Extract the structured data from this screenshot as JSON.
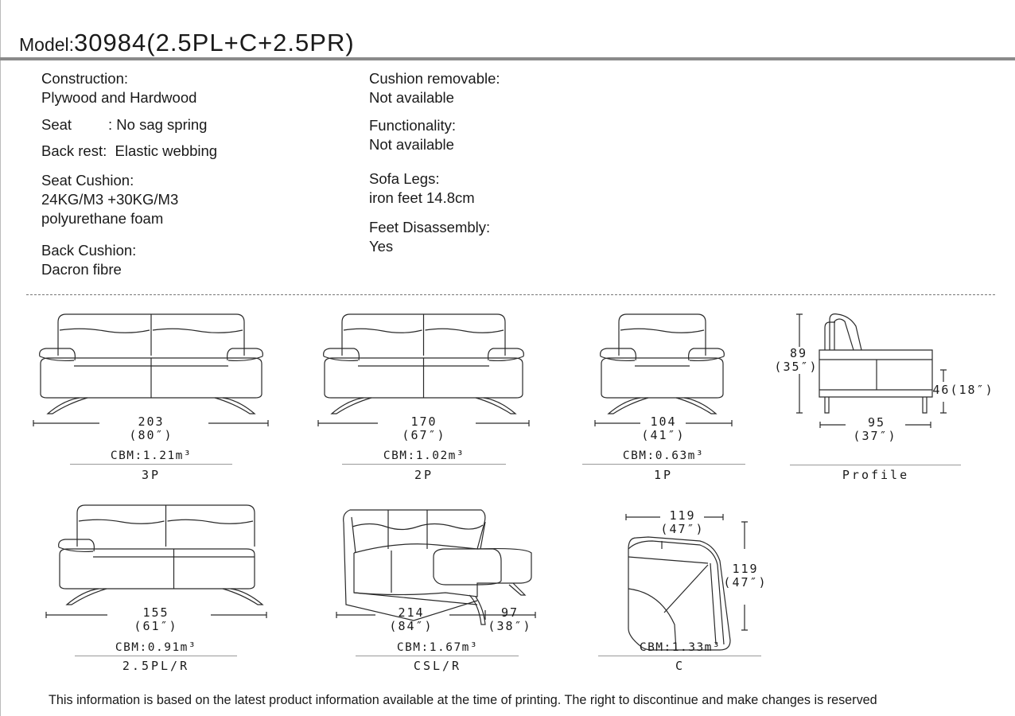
{
  "header": {
    "model_label": "Model:",
    "model_value": "30984(2.5PL+C+2.5PR)"
  },
  "specs_left": [
    {
      "label": "Construction:",
      "value": "Plywood and Hardwood"
    },
    {
      "label": "Seat       :",
      "value": "No sag spring"
    },
    {
      "label": "Back rest:",
      "value": "Elastic webbing"
    },
    {
      "label": "Seat Cushion:",
      "value": "24KG/M3 +30KG/M3",
      "value2": "polyurethane foam"
    },
    {
      "label": "Back Cushion:",
      "value": "Dacron fibre"
    }
  ],
  "specs_right": [
    {
      "label": "Cushion removable:",
      "value": "Not available"
    },
    {
      "label": "Functionality:",
      "value": "Not available"
    },
    {
      "label": "Sofa Legs:",
      "value": "iron feet 14.8cm"
    },
    {
      "label": "Feet Disassembly:",
      "value": "Yes"
    }
  ],
  "products": [
    {
      "name": "3P",
      "width_cm": "203",
      "width_in": "(80″)",
      "cbm": "CBM:1.21m³"
    },
    {
      "name": "2P",
      "width_cm": "170",
      "width_in": "(67″)",
      "cbm": "CBM:1.02m³"
    },
    {
      "name": "1P",
      "width_cm": "104",
      "width_in": "(41″)",
      "cbm": "CBM:0.63m³"
    },
    {
      "name": "Profile",
      "height_cm": "89",
      "height_in": "(35″)",
      "seat_h": "46(18″)",
      "depth_cm": "95",
      "depth_in": "(37″)"
    },
    {
      "name": "2.5PL/R",
      "width_cm": "155",
      "width_in": "(61″)",
      "cbm": "CBM:0.91m³"
    },
    {
      "name": "CSL/R",
      "width_cm": "214",
      "width_in": "(84″)",
      "width2_cm": "97",
      "width2_in": "(38″)",
      "cbm": "CBM:1.67m³"
    },
    {
      "name": "C",
      "width_cm": "119",
      "width_in": "(47″)",
      "depth_cm": "119",
      "depth_in": "(47″)",
      "cbm": "CBM:1.33m³"
    }
  ],
  "footer": "This information is based on the latest product information available at the time of printing. The right to discontinue and make changes is reserved"
}
